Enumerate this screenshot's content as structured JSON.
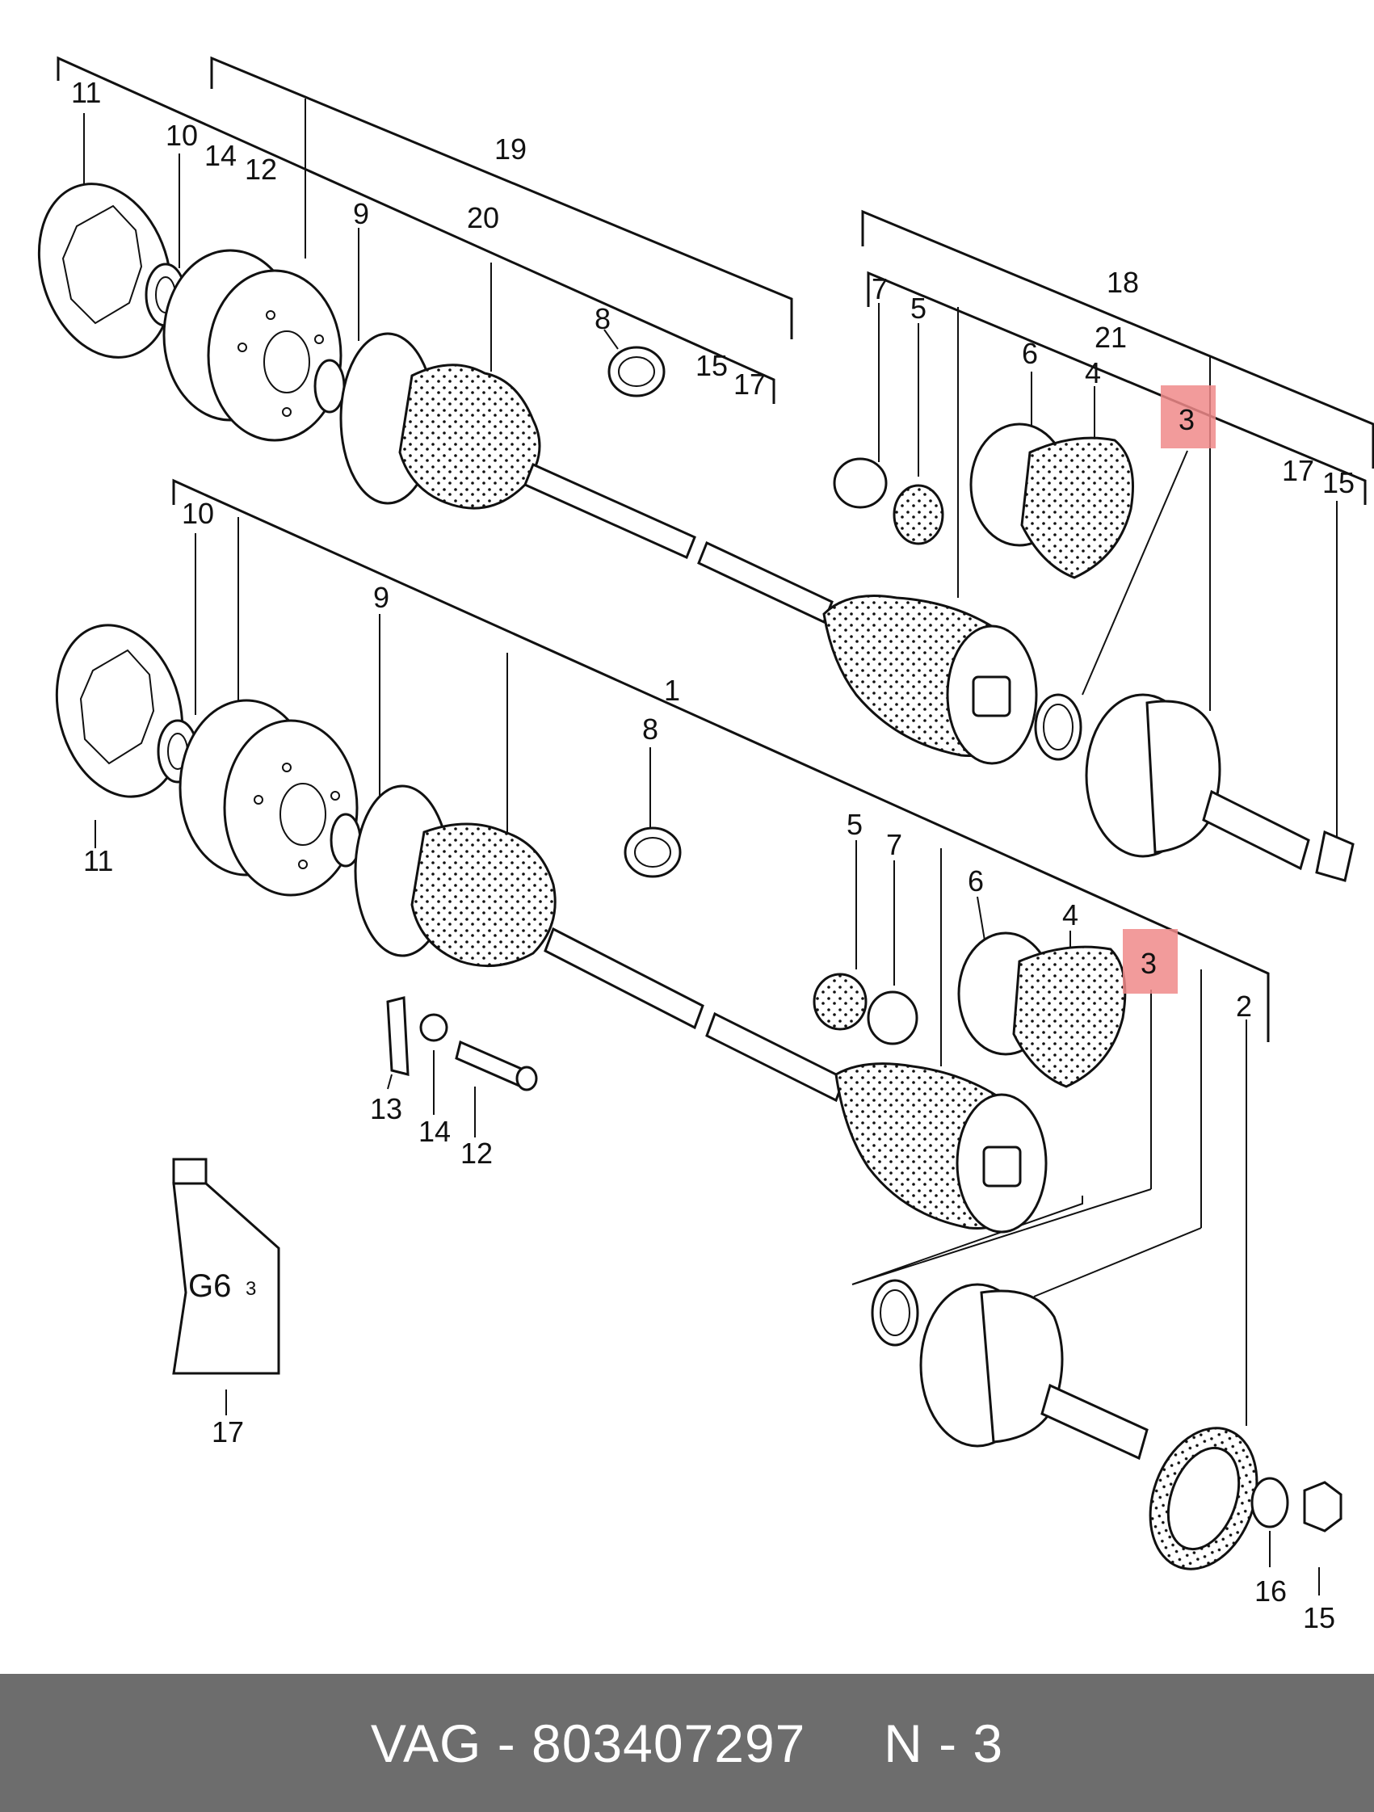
{
  "diagram": {
    "callouts": {
      "top_11": "11",
      "top_10": "10",
      "top_14": "14",
      "top_12": "12",
      "top_9": "9",
      "top_19": "19",
      "top_20": "20",
      "top_8": "8",
      "top_15": "15",
      "top_17": "17",
      "top_18": "18",
      "top_7": "7",
      "top_5": "5",
      "top_6": "6",
      "top_21": "21",
      "top_4": "4",
      "top_3": "3",
      "top_17b": "17",
      "top_15b": "15",
      "bot_10": "10",
      "bot_9": "9",
      "bot_1": "1",
      "bot_8": "8",
      "bot_11": "11",
      "bot_5": "5",
      "bot_7": "7",
      "bot_6": "6",
      "bot_4": "4",
      "bot_3": "3",
      "bot_2": "2",
      "bot_13": "13",
      "bot_14": "14",
      "bot_12": "12",
      "bot_17": "17",
      "bot_16": "16",
      "bot_15": "15"
    },
    "tube_label": "G6",
    "tube_label_sub": "3",
    "highlight_color": "#f08a8a"
  },
  "footer": {
    "text": "VAG - 803407297     N - 3",
    "background": "#6d6d6d"
  }
}
